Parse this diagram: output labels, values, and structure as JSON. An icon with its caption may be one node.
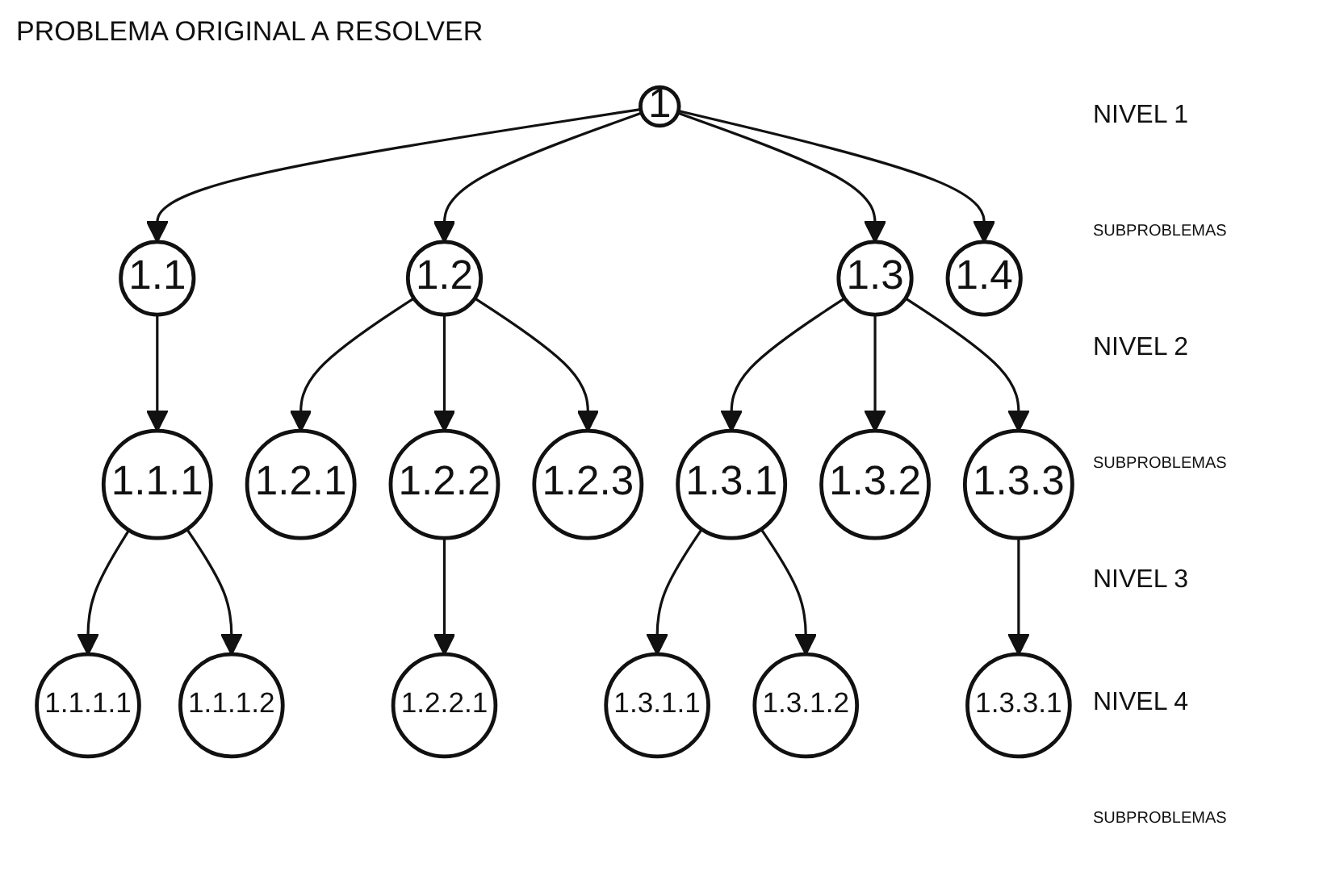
{
  "diagram": {
    "title": "PROBLEMA ORIGINAL A RESOLVER",
    "nodes": [
      {
        "text": [
          "1"
        ]
      },
      {
        "text": [
          "1.1"
        ]
      },
      {
        "text": [
          "1.2"
        ]
      },
      {
        "text": [
          "1.3"
        ]
      },
      {
        "text": [
          "1.4"
        ]
      },
      {
        "text": [
          "1.1.1"
        ]
      },
      {
        "text": [
          "1.2.1"
        ]
      },
      {
        "text": [
          "1.2.2"
        ]
      },
      {
        "text": [
          "1.2.3"
        ]
      },
      {
        "text": [
          "1.3.1"
        ]
      },
      {
        "text": [
          "1.3.2"
        ]
      },
      {
        "text": [
          "1.3.3"
        ]
      },
      {
        "text": [
          "1.1.1.1"
        ]
      },
      {
        "text": [
          "1.1.1.2"
        ]
      },
      {
        "text": [
          "1.2.2.1"
        ]
      },
      {
        "text": [
          "1.3.1.1"
        ]
      },
      {
        "text": [
          "1.3.1.2"
        ]
      },
      {
        "text": [
          "1.3.3.1"
        ]
      }
    ],
    "edges": [
      {
        "from": 0,
        "to": 1,
        "arrow": "to"
      },
      {
        "from": 0,
        "to": 2,
        "arrow": "to"
      },
      {
        "from": 0,
        "to": 3,
        "arrow": "to"
      },
      {
        "from": 0,
        "to": 4,
        "arrow": "to"
      },
      {
        "from": 1,
        "to": 5,
        "arrow": "to"
      },
      {
        "from": 2,
        "to": 6,
        "arrow": "to"
      },
      {
        "from": 2,
        "to": 7,
        "arrow": "to"
      },
      {
        "from": 2,
        "to": 8,
        "arrow": "to"
      },
      {
        "from": 3,
        "to": 9,
        "arrow": "to"
      },
      {
        "from": 3,
        "to": 10,
        "arrow": "to"
      },
      {
        "from": 3,
        "to": 11,
        "arrow": "to"
      },
      {
        "from": 5,
        "to": 12,
        "arrow": "to"
      },
      {
        "from": 5,
        "to": 13,
        "arrow": "to"
      },
      {
        "from": 7,
        "to": 14,
        "arrow": "to"
      },
      {
        "from": 9,
        "to": 15,
        "arrow": "to"
      },
      {
        "from": 9,
        "to": 16,
        "arrow": "to"
      },
      {
        "from": 11,
        "to": 17,
        "arrow": "to"
      }
    ],
    "labels": [
      "NIVEL 1",
      "SUBPROBLEMAS",
      "NIVEL 2",
      "SUBPROBLEMAS",
      "NIVEL 3",
      "NIVEL 4",
      "SUBPROBLEMAS"
    ]
  }
}
